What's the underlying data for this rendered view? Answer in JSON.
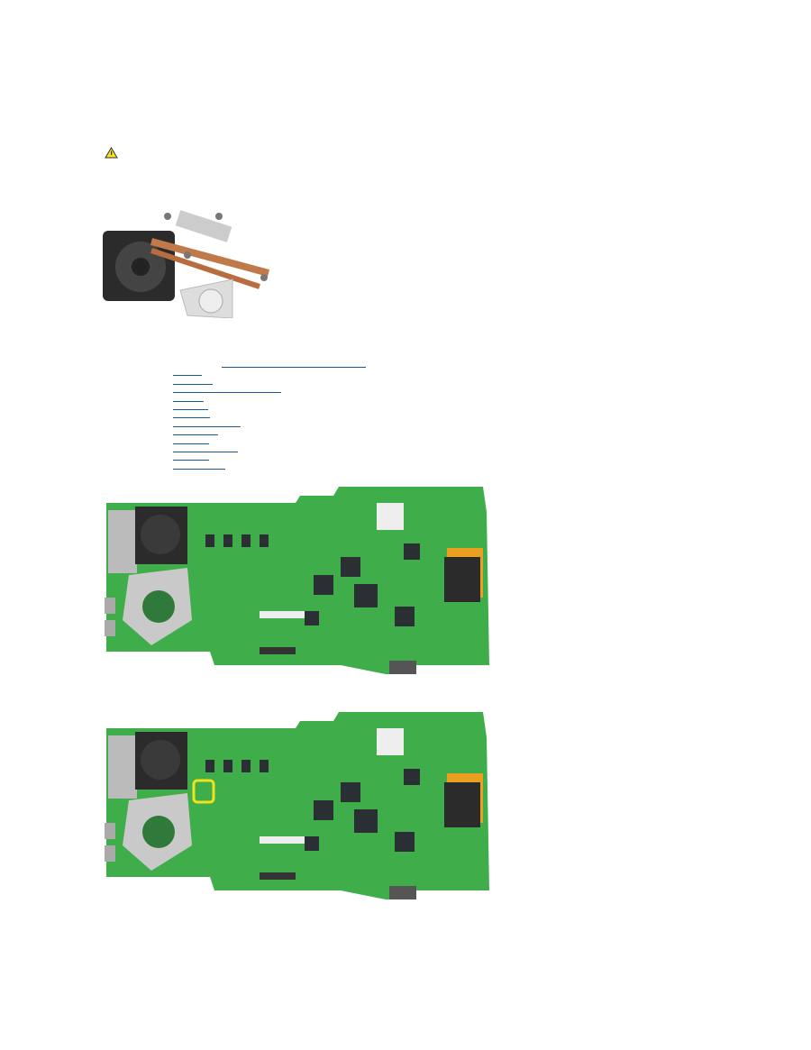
{
  "colors": {
    "link": "#1a5a9a",
    "board": "#3fae4a",
    "board_dark": "#2a8a36",
    "chip": "#2a2f33",
    "highlight": "#f2e21a",
    "warning": "#f3e21c"
  },
  "icons": {
    "warning": "warning-triangle-icon"
  },
  "links": [
    "",
    "",
    "",
    "",
    "",
    "",
    "",
    "",
    "",
    "",
    "",
    "",
    ""
  ],
  "images": [
    "heatsink-fan-assembly",
    "system-board",
    "system-board-highlighted"
  ]
}
